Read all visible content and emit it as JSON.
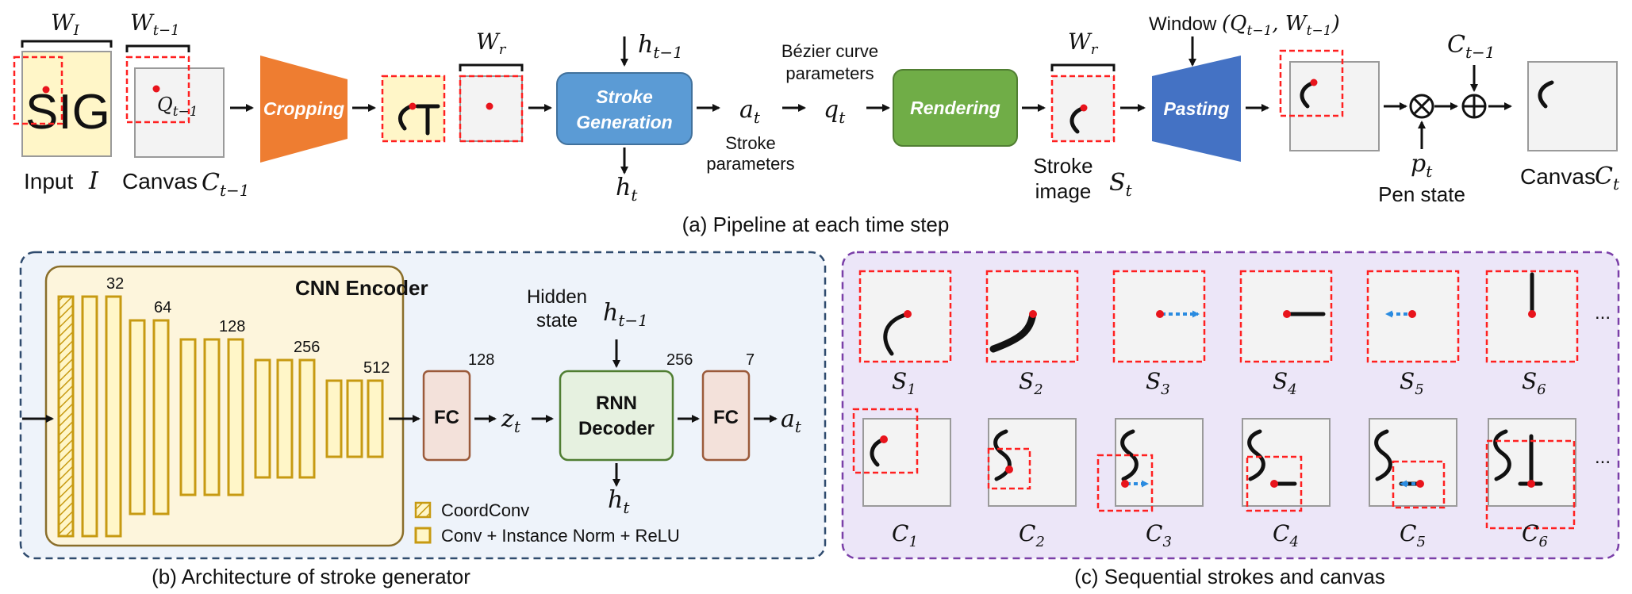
{
  "top": {
    "input_label": "Input",
    "input_sym": "I",
    "sig_text": "SIG",
    "w_i": "W_I",
    "w_t1": "W_{t−1}",
    "canvas_label": "Canvas",
    "canvas_sym": "C_{t−1}",
    "q_label": "Q_{t−1}",
    "cropping": "Cropping",
    "w_r": "W_r",
    "h_in": "h_{t−1}",
    "h_out": "h_t",
    "stroke_gen_1": "Stroke",
    "stroke_gen_2": "Generation",
    "a_t": "a_t",
    "stroke_params_1": "Stroke",
    "stroke_params_2": "parameters",
    "bezier_1": "Bézier curve",
    "bezier_2": "parameters",
    "q_t": "q_t",
    "rendering": "Rendering",
    "w_r2": "W_r",
    "stroke_image_1": "Stroke",
    "stroke_image_2": "image",
    "s_t": "S_t",
    "window": "Window (Q_{t−1}, W_{t−1})",
    "pasting": "Pasting",
    "c_t1": "C_{t−1}",
    "p_t": "p_t",
    "pen_state": "Pen state",
    "canvas_out_label": "Canvas",
    "canvas_out_sym": "C_t",
    "caption": "(a) Pipeline at each time step"
  },
  "arch": {
    "encoder_title": "CNN Encoder",
    "ch": [
      "32",
      "64",
      "128",
      "256",
      "512"
    ],
    "fc1_dim": "128",
    "fc": "FC",
    "z_t": "z_t",
    "hidden_1": "Hidden",
    "hidden_2": "state",
    "h_in": "h_{t−1}",
    "rnn_1": "RNN",
    "rnn_2": "Decoder",
    "rnn_dim": "256",
    "fc2_dim": "7",
    "h_out": "h_t",
    "a_t": "a_t",
    "legend_coord": "CoordConv",
    "legend_conv": "Conv + Instance Norm + ReLU",
    "caption": "(b) Architecture of stroke generator"
  },
  "seq": {
    "s_labels": [
      "S_1",
      "S_2",
      "S_3",
      "S_4",
      "S_5",
      "S_6"
    ],
    "c_labels": [
      "C_1",
      "C_2",
      "C_3",
      "C_4",
      "C_5",
      "C_6"
    ],
    "ellipsis": "...",
    "caption": "(c) Sequential strokes and canvas"
  },
  "colors": {
    "cropping": "#ee7d31",
    "stroke_gen": "#5b9bd5",
    "rendering": "#70ad47",
    "pasting": "#4472c4",
    "red_dash": "#ff2020",
    "panel_b_bg": "#eef3fa",
    "panel_c_bg": "#ece6f8"
  }
}
